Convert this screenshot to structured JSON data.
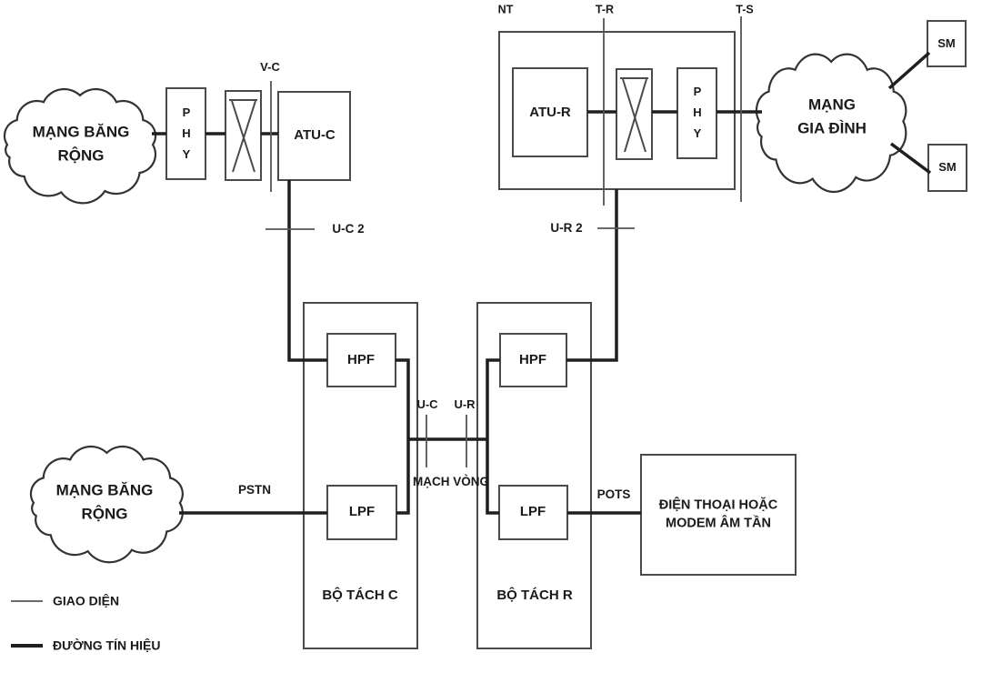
{
  "clouds": {
    "broadband_top": {
      "line1": "MẠNG BĂNG",
      "line2": "RỘNG"
    },
    "broadband_bottom": {
      "line1": "MẠNG BĂNG",
      "line2": "RỘNG"
    },
    "home": {
      "line1": "MẠNG",
      "line2": "GIA ĐÌNH"
    }
  },
  "boxes": {
    "phy_left": "P H Y",
    "phy_right": "P H Y",
    "atu_c": "ATU-C",
    "atu_r": "ATU-R",
    "hpf_c": "HPF",
    "hpf_r": "HPF",
    "lpf_c": "LPF",
    "lpf_r": "LPF",
    "sm_top": "SM",
    "sm_bottom": "SM",
    "splitter_c": "BỘ TÁCH C",
    "splitter_r": "BỘ TÁCH R",
    "phone": {
      "line1": "ĐIỆN THOẠI HOẶC",
      "line2": "MODEM ÂM TẦN"
    }
  },
  "interfaces": {
    "v_c": "V-C",
    "nt": "NT",
    "t_r": "T-R",
    "t_s": "T-S",
    "u_c2": "U-C 2",
    "u_r2": "U-R 2",
    "u_c": "U-C",
    "u_r": "U-R"
  },
  "connections": {
    "pstn": "PSTN",
    "pots": "POTS",
    "loop_label": "MẠCH VÒNG"
  },
  "legend": {
    "interface_label": "GIAO DIỆN",
    "signal_label": "ĐƯỜNG TÍN HIỆU"
  },
  "colors": {
    "background": "#ffffff",
    "signal_line": "#1f1f1f",
    "interface_line": "#555555",
    "box_border": "#4a4a4a",
    "text": "#1a1a1a"
  }
}
